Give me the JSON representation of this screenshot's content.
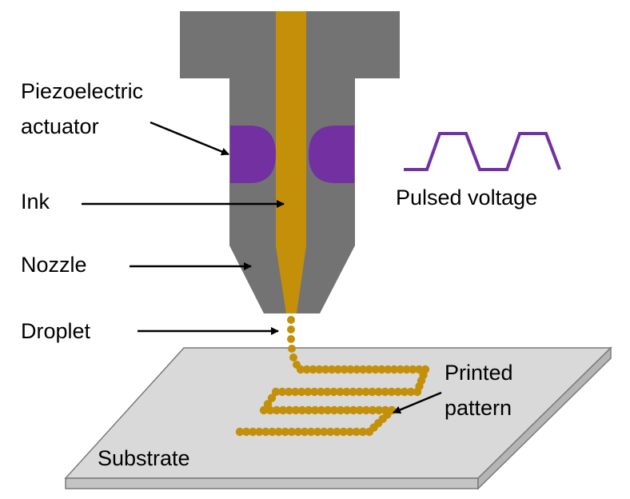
{
  "colors": {
    "nozzle_body": "#737373",
    "ink": "#c4900a",
    "droplet": "#c4900a",
    "actuator": "#7230a0",
    "pulse_line": "#7230a0",
    "substrate_top": "#d9d9d9",
    "substrate_edge": "#c0c0c0",
    "substrate_outline": "#7a7a7a",
    "arrow": "#000000"
  },
  "labels": {
    "piezo_line1": "Piezoelectric",
    "piezo_line2": "actuator",
    "ink": "Ink",
    "nozzle": "Nozzle",
    "droplet": "Droplet",
    "pulsed_voltage": "Pulsed voltage",
    "printed_line1": "Printed",
    "printed_line2": "pattern",
    "substrate": "Substrate"
  }
}
